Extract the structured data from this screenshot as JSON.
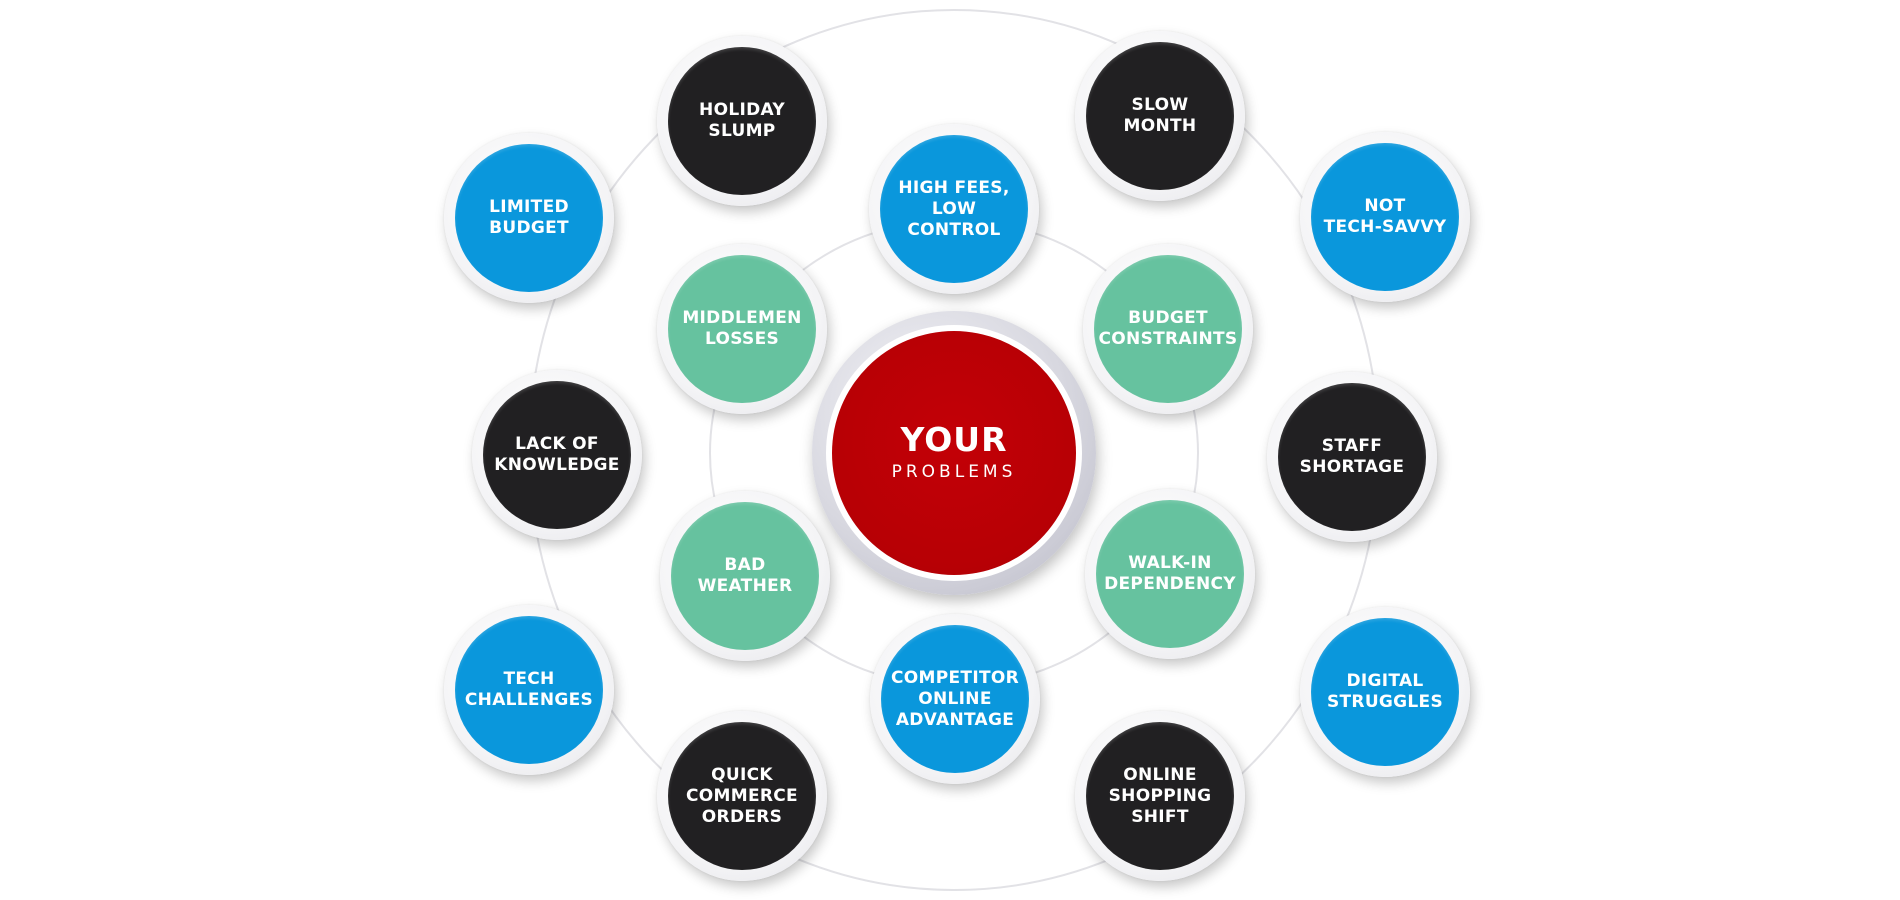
{
  "colors": {
    "black": "#212022",
    "blue": "#0a97dc",
    "green": "#66c29f",
    "red": "#b80005",
    "ring": "#e2e2e6"
  },
  "center": {
    "title": "YOUR",
    "subtitle": "PROBLEMS"
  },
  "problems": [
    {
      "id": "holiday-slump",
      "label": "HOLIDAY\nSLUMP",
      "color": "black"
    },
    {
      "id": "slow-month",
      "label": "SLOW\nMONTH",
      "color": "black"
    },
    {
      "id": "limited-budget",
      "label": "LIMITED\nBUDGET",
      "color": "blue"
    },
    {
      "id": "high-fees-low-control",
      "label": "HIGH FEES,\nLOW\nCONTROL",
      "color": "blue"
    },
    {
      "id": "not-tech-savvy",
      "label": "NOT\nTECH-SAVVY",
      "color": "blue"
    },
    {
      "id": "middlemen-losses",
      "label": "MIDDLEMEN\nLOSSES",
      "color": "green"
    },
    {
      "id": "budget-constraints",
      "label": "BUDGET\nCONSTRAINTS",
      "color": "green"
    },
    {
      "id": "lack-of-knowledge",
      "label": "LACK OF\nKNOWLEDGE",
      "color": "black"
    },
    {
      "id": "staff-shortage",
      "label": "STAFF\nSHORTAGE",
      "color": "black"
    },
    {
      "id": "bad-weather",
      "label": "BAD\nWEATHER",
      "color": "green"
    },
    {
      "id": "walk-in-dependency",
      "label": "WALK-IN\nDEPENDENCY",
      "color": "green"
    },
    {
      "id": "tech-challenges",
      "label": "TECH\nCHALLENGES",
      "color": "blue"
    },
    {
      "id": "competitor-online-advantage",
      "label": "COMPETITOR\nONLINE\nADVANTAGE",
      "color": "blue"
    },
    {
      "id": "digital-struggles",
      "label": "DIGITAL\nSTRUGGLES",
      "color": "blue"
    },
    {
      "id": "quick-commerce-orders",
      "label": "QUICK\nCOMMERCE\nORDERS",
      "color": "black"
    },
    {
      "id": "online-shopping-shift",
      "label": "ONLINE\nSHOPPING\nSHIFT",
      "color": "black"
    }
  ]
}
